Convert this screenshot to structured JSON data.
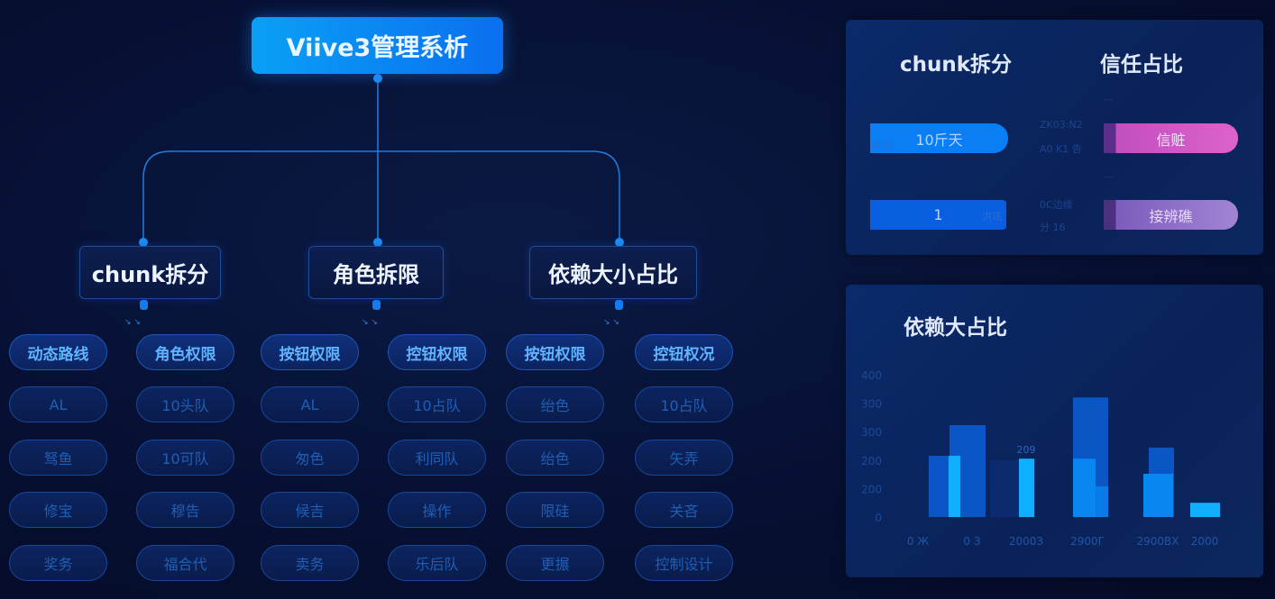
{
  "tree": {
    "root": "Viive3管理系析",
    "nodes": [
      "chunk拆分",
      "角色拆限",
      "依赖大小占比"
    ]
  },
  "grid": {
    "columns": [
      [
        "动态路线",
        "AL",
        "驽鱼",
        "修宝",
        "奖务"
      ],
      [
        "角色权限",
        "10头队",
        "10可队",
        "穆告",
        "福合代"
      ],
      [
        "按钮权限",
        "AL",
        "匆色",
        "候吉",
        "卖务"
      ],
      [
        "控钮权限",
        "10占队",
        "利同队",
        "操作",
        "乐后队"
      ],
      [
        "按钮权限",
        "绐色",
        "绐色",
        "限硅",
        "更搌"
      ],
      [
        "控钮权况",
        "10占队",
        "矢弄",
        "关吝",
        "控制设计"
      ]
    ]
  },
  "top_panel": {
    "title_left": "chunk拆分",
    "title_right": "信任占比",
    "left_bars": [
      {
        "label": "10斤天",
        "sub": "000",
        "color": "#0a7ff5"
      },
      {
        "label": "1",
        "sub": "洪讯",
        "color": "#0a5fe0"
      }
    ],
    "middle_text": [
      [
        "ZK03:N2",
        "A0 K1 告"
      ],
      [
        "0C边缘",
        "分  16"
      ]
    ],
    "small_marks": [
      "----",
      "----"
    ],
    "right_bars": [
      {
        "label": "信赃",
        "color": "#d45cc8"
      },
      {
        "label": "接辨礁",
        "color": "#9670c8"
      }
    ]
  },
  "chart_data": {
    "type": "bar",
    "title": "依赖大占比",
    "y_tick_labels": [
      "0",
      "200",
      "200",
      "300",
      "300",
      "400"
    ],
    "ylim": [
      0,
      500
    ],
    "x_tick_labels": [
      "0 Ж",
      "0 З",
      "2000З",
      "2900Г",
      "2900ВХ",
      "2000"
    ],
    "data_label": "209",
    "grid": false,
    "series": [
      {
        "color": "#0a5fd8",
        "values": [
          215,
          323,
          200,
          420,
          244,
          0
        ]
      },
      {
        "color": "#10b0ff",
        "values": [
          215,
          0,
          205,
          205,
          152,
          50
        ]
      }
    ]
  }
}
